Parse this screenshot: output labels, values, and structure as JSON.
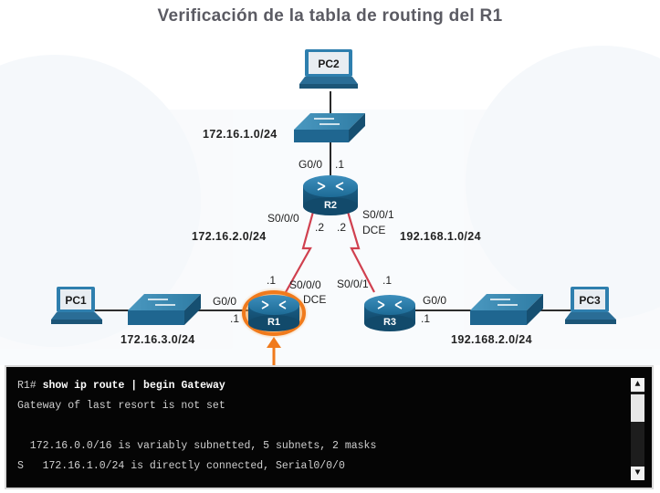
{
  "title": "Verificación de la tabla de routing del R1",
  "devices": {
    "pc1": "PC1",
    "pc2": "PC2",
    "pc3": "PC3",
    "r1": "R1",
    "r2": "R2",
    "r3": "R3"
  },
  "networks": {
    "n1": "172.16.1.0/24",
    "n2": "172.16.2.0/24",
    "n3": "172.16.3.0/24",
    "n4": "192.168.1.0/24",
    "n5": "192.168.2.0/24"
  },
  "interfaces": {
    "r2_g00": "G0/0",
    "r2_g00_ip": ".1",
    "r2_s000": "S0/0/0",
    "r2_s000_ip": ".2",
    "r2_s001": "S0/0/1",
    "r2_s001_ip": ".2",
    "r2_s001_dce": "DCE",
    "r1_g00": "G0/0",
    "r1_g00_ip": ".1",
    "r1_s000": "S0/0/0",
    "r1_s000_dce": "DCE",
    "r1_s000_ip": ".1",
    "r3_s001": "S0/0/1",
    "r3_s001_ip": ".1",
    "r3_g00": "G0/0",
    "r3_g00_ip": ".1"
  },
  "colors": {
    "serial_link": "#d0404f",
    "highlight": "#f07a1c",
    "router": "#1f6f9a",
    "switch": "#3b86ad"
  },
  "terminal": {
    "prompt": "R1#",
    "command": "show ip route | begin Gateway",
    "lines": [
      "Gateway of last resort is not set",
      "",
      "  172.16.0.0/16 is variably subnetted, 5 subnets, 2 masks",
      "S   172.16.1.0/24 is directly connected, Serial0/0/0"
    ]
  }
}
